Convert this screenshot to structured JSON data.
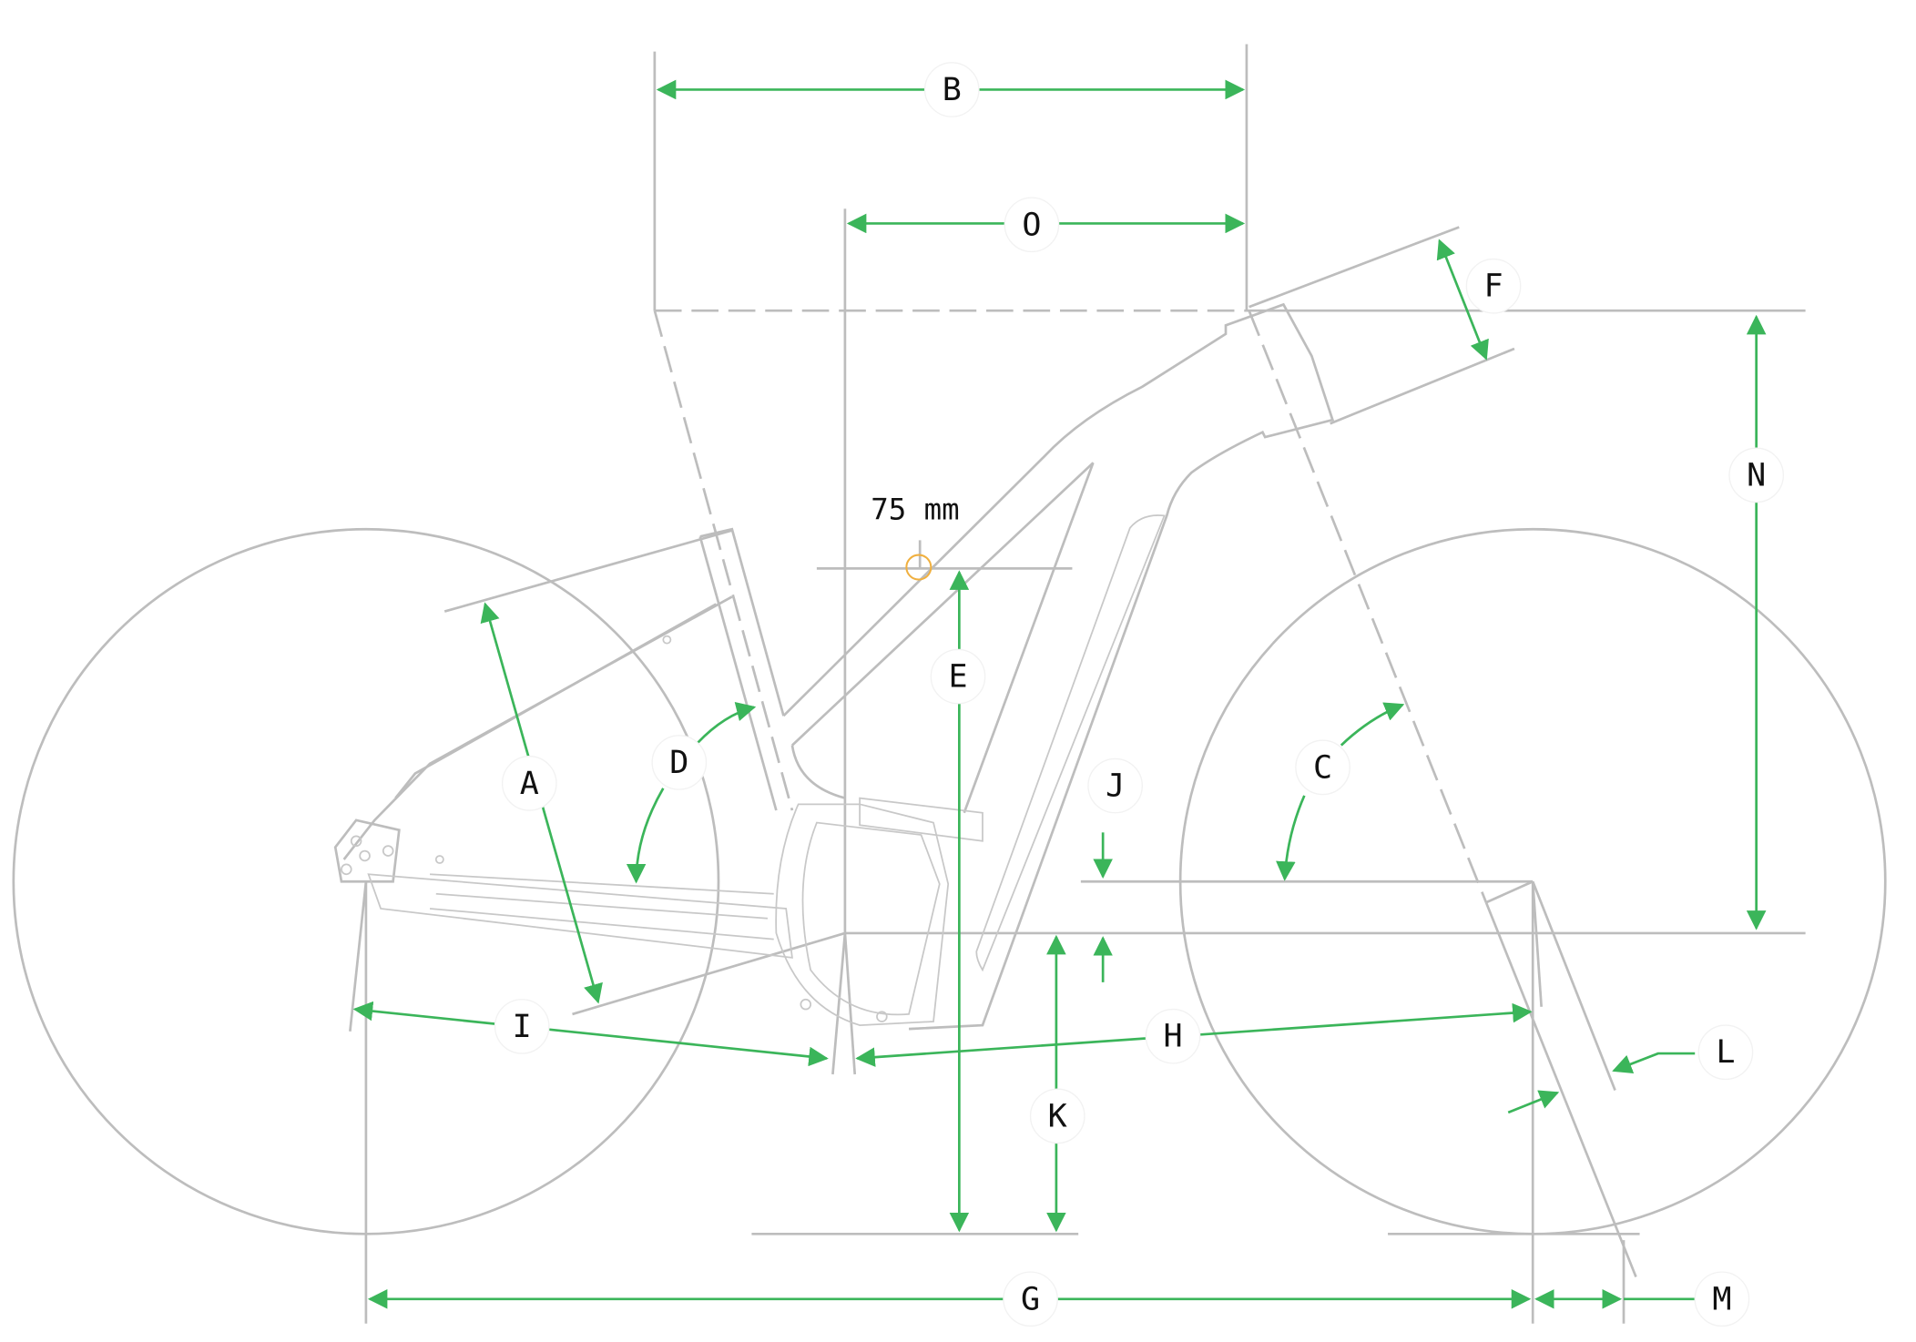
{
  "title": "Bike frame geometry diagram",
  "colors": {
    "dimension_arrow": "#3bb55a",
    "frame_line": "#bdbdbd",
    "marker": "#f0b040"
  },
  "annotation": "75 mm",
  "labels": {
    "A": "A",
    "B": "B",
    "C": "C",
    "D": "D",
    "E": "E",
    "F": "F",
    "G": "G",
    "H": "H",
    "I": "I",
    "J": "J",
    "K": "K",
    "L": "L",
    "M": "M",
    "N": "N",
    "O": "O"
  }
}
